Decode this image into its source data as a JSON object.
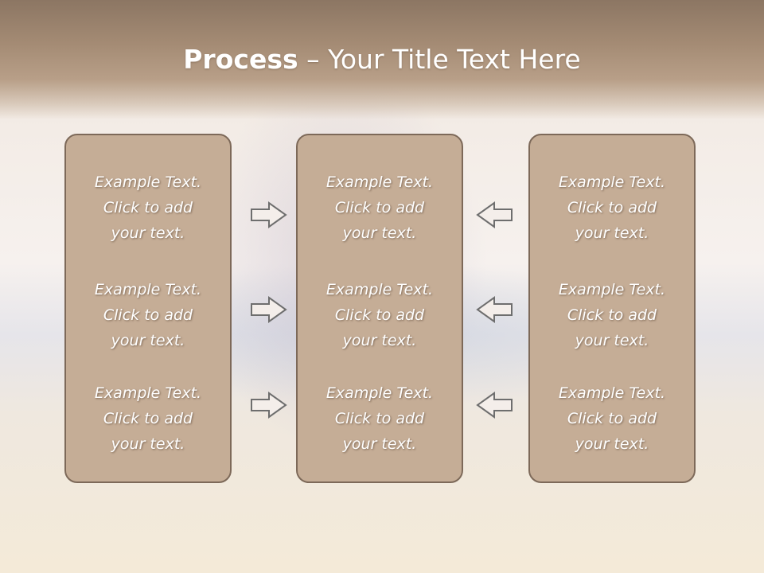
{
  "slide": {
    "title_bold": "Process",
    "title_rest": " – Your Title Text Here"
  },
  "columns": [
    {
      "blocks": [
        {
          "line1": "Example Text.",
          "line2": "Click  to add",
          "line3": "your text."
        },
        {
          "line1": "Example Text.",
          "line2": "Click  to add",
          "line3": "your text."
        },
        {
          "line1": "Example Text.",
          "line2": "Click  to add",
          "line3": "your text."
        }
      ]
    },
    {
      "blocks": [
        {
          "line1": "Example Text.",
          "line2": "Click  to add",
          "line3": "your text."
        },
        {
          "line1": "Example Text.",
          "line2": "Click  to add",
          "line3": "your text."
        },
        {
          "line1": "Example Text.",
          "line2": "Click  to add",
          "line3": "your text."
        }
      ]
    },
    {
      "blocks": [
        {
          "line1": "Example Text.",
          "line2": "Click  to add",
          "line3": "your text."
        },
        {
          "line1": "Example Text.",
          "line2": "Click  to add",
          "line3": "your text."
        },
        {
          "line1": "Example Text.",
          "line2": "Click  to add",
          "line3": "your text."
        }
      ]
    }
  ],
  "arrows": {
    "left_group": "right-arrow-icon",
    "right_group": "left-arrow-icon"
  },
  "colors": {
    "box_fill": "#c5ad96",
    "box_border": "#7d6959",
    "header": "#a48b74",
    "text": "#ffffff"
  }
}
